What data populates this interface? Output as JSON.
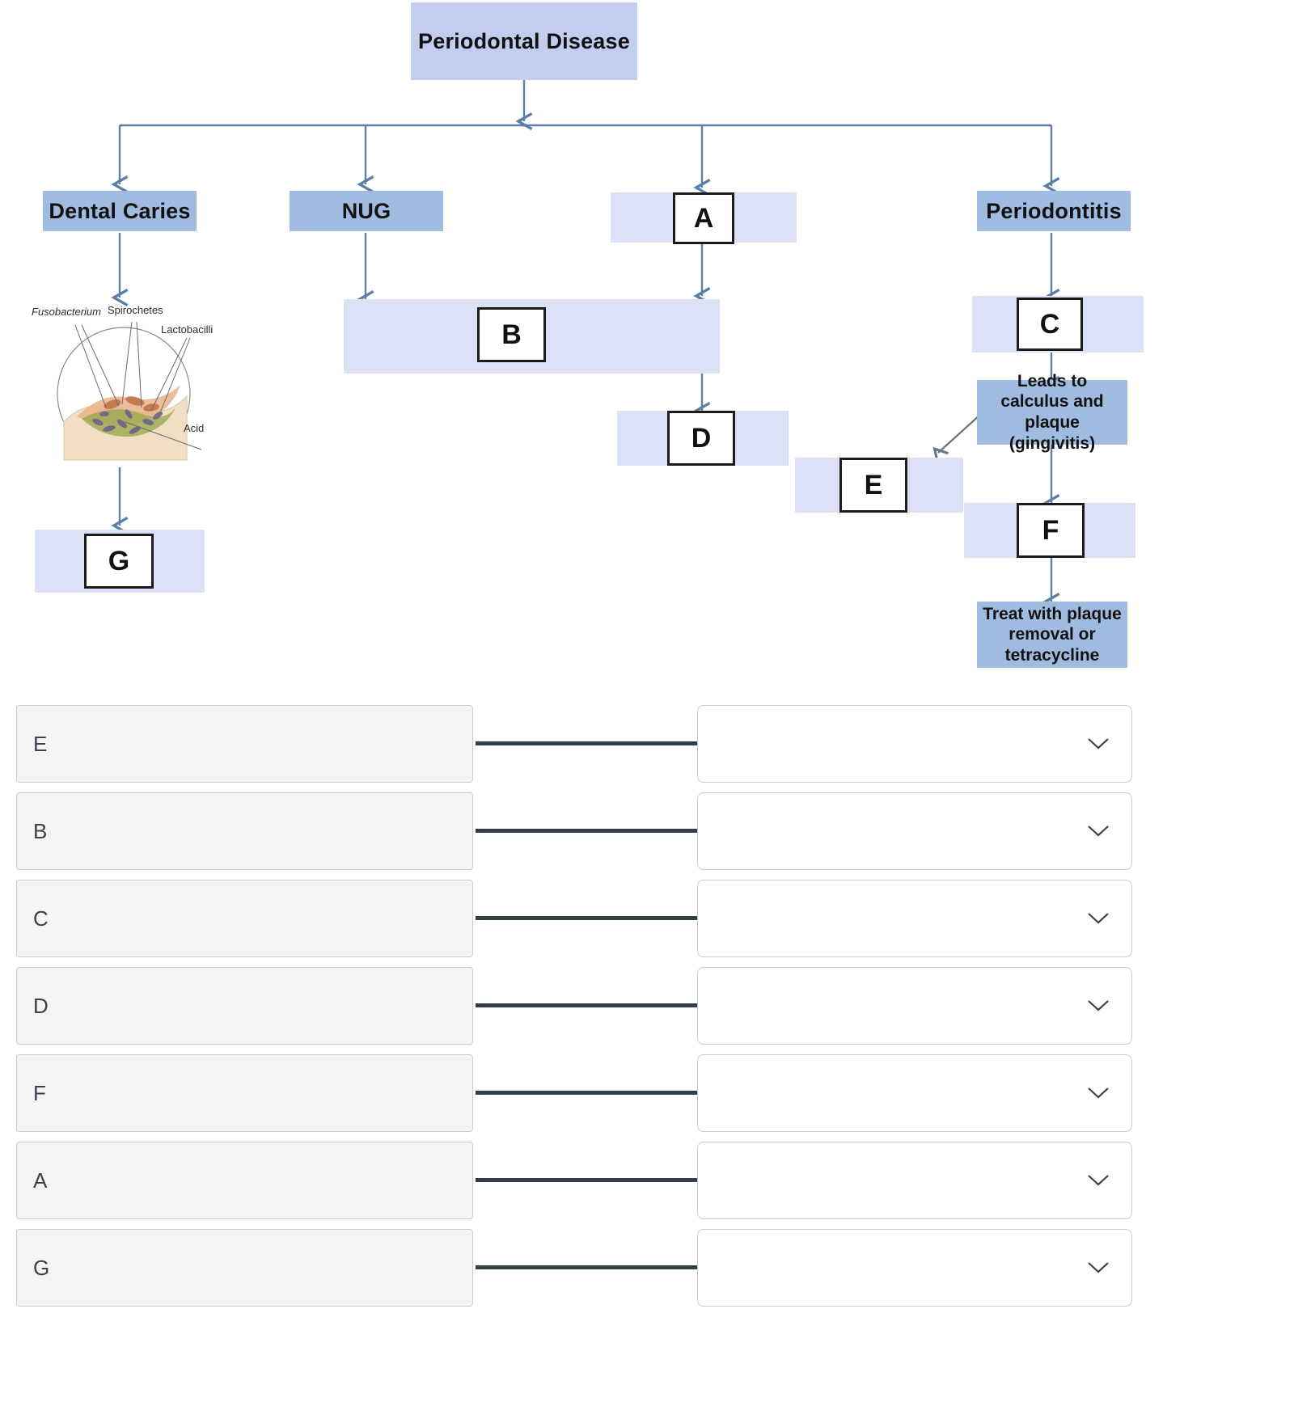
{
  "flowchart": {
    "root": {
      "label": "Periodontal Disease"
    },
    "branches": [
      {
        "label": "Dental Caries"
      },
      {
        "label": "NUG"
      },
      {
        "label": "A"
      },
      {
        "label": "Periodontitis"
      }
    ],
    "nodes": {
      "a": "A",
      "b": "B",
      "c": "C",
      "d": "D",
      "e": "E",
      "f": "F",
      "g": "G",
      "gingivitis": "Leads to calculus and plaque (gingivitis)",
      "treatment": "Treat with plaque removal or tetracycline"
    },
    "illustration": {
      "name": "dental-caries-bacteria-illustration",
      "labels": {
        "fusobacterium": "Fusobacterium",
        "spirochetes": "Spirochetes",
        "lactobacilli": "Lactobacilli",
        "acid": "Acid"
      }
    },
    "colors": {
      "box_pale": "#dde1f5",
      "box_light": "#c3cdf0",
      "box_mid": "#9fbbe0",
      "arrow": "#5b7fa6"
    }
  },
  "matching": {
    "rows": [
      {
        "prompt": "E",
        "answer": "",
        "placeholder": ""
      },
      {
        "prompt": "B",
        "answer": "",
        "placeholder": ""
      },
      {
        "prompt": "C",
        "answer": "",
        "placeholder": ""
      },
      {
        "prompt": "D",
        "answer": "",
        "placeholder": ""
      },
      {
        "prompt": "F",
        "answer": "",
        "placeholder": ""
      },
      {
        "prompt": "A",
        "answer": "",
        "placeholder": ""
      },
      {
        "prompt": "G",
        "answer": "",
        "placeholder": ""
      }
    ]
  }
}
